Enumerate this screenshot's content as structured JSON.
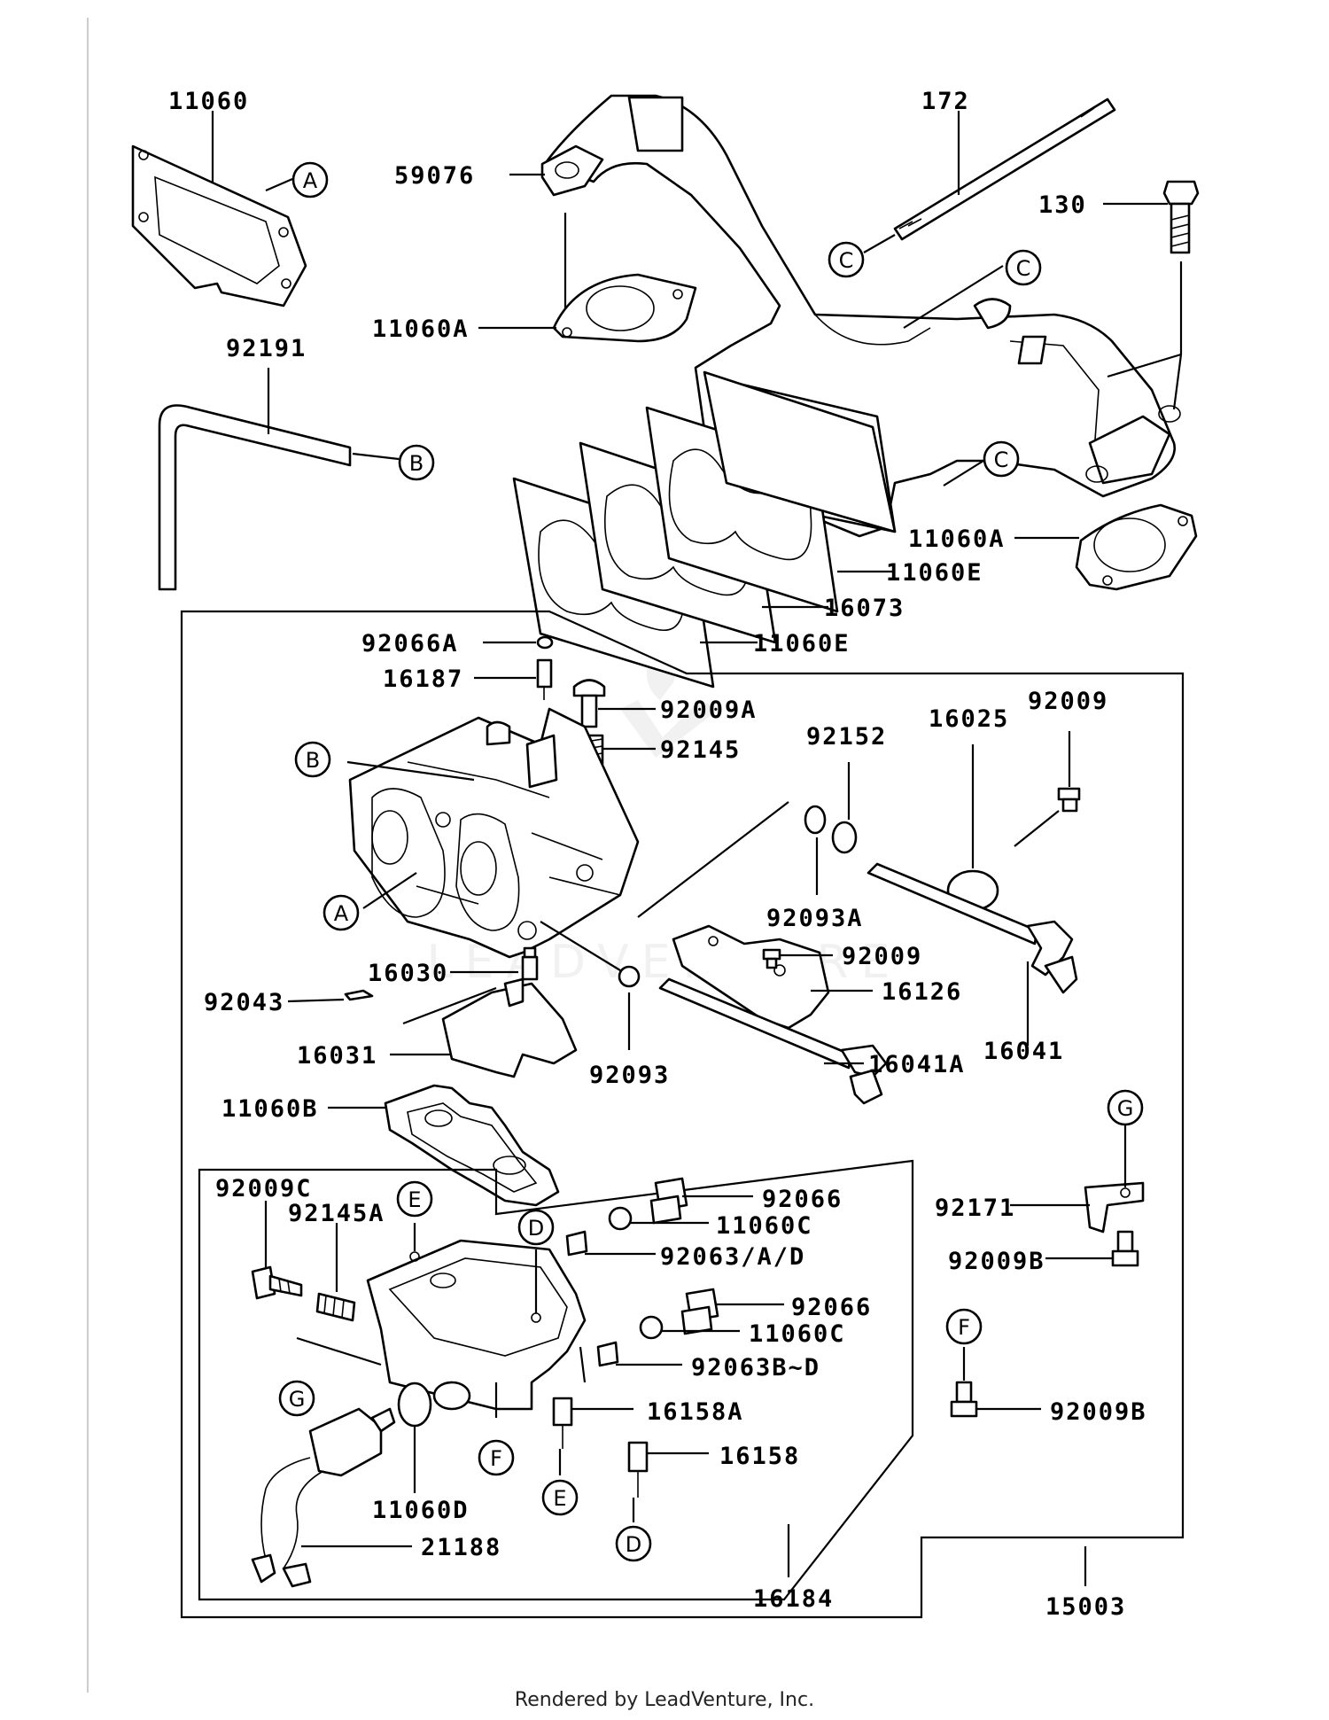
{
  "footer": "Rendered by LeadVenture, Inc.",
  "watermark": "LEADVENTURE",
  "part_labels": [
    "11060",
    "92191",
    "59076",
    "11060A",
    "172",
    "130",
    "11060A",
    "11060E",
    "16073",
    "11060E",
    "92066A",
    "16187",
    "92009A",
    "92145",
    "92152",
    "16025",
    "92009",
    "92093A",
    "92009",
    "16126",
    "16041",
    "16041A",
    "16030",
    "92043",
    "16031",
    "92093",
    "11060B",
    "92009C",
    "92145A",
    "92066",
    "11060C",
    "92063/A/D",
    "92066",
    "11060C",
    "92063B~D",
    "16158A",
    "16158",
    "11060D",
    "21188",
    "16184",
    "15003",
    "92171",
    "92009B",
    "92009B"
  ],
  "reference_letters": [
    "A",
    "B",
    "C",
    "C",
    "C",
    "B",
    "A",
    "G",
    "E",
    "D",
    "G",
    "F",
    "E",
    "D",
    "F"
  ]
}
